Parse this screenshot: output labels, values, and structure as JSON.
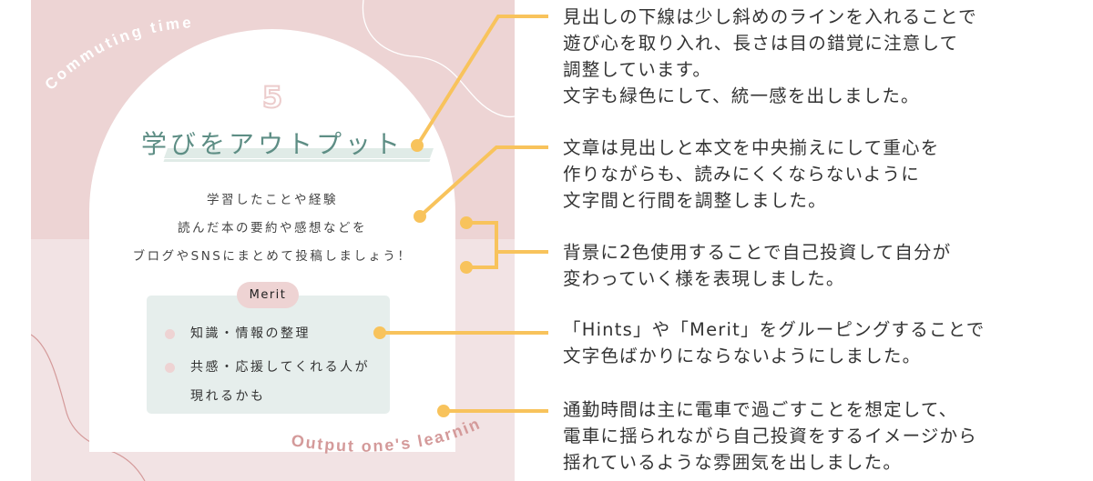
{
  "card": {
    "curved_top": "Commuting time",
    "curved_bottom": "Output one's learning",
    "number": "5",
    "title": "学びをアウトプット",
    "body_lines": [
      "学習したことや経験",
      "読んだ本の要約や感想などを",
      "ブログやSNSにまとめて投稿しましょう！"
    ],
    "merit_label": "Merit",
    "merit_items": [
      {
        "lines": [
          "知識・情報の整理"
        ]
      },
      {
        "lines": [
          "共感・応援してくれる人が",
          "現れるかも"
        ]
      }
    ]
  },
  "annotations": [
    {
      "lines": [
        "見出しの下線は少し斜めのラインを入れることで",
        "遊び心を取り入れ、長さは目の錯覚に注意して",
        "調整しています。",
        "文字も緑色にして、統一感を出しました。"
      ]
    },
    {
      "lines": [
        "文章は見出しと本文を中央揃えにして重心を",
        "作りながらも、読みにくくならないように",
        "文字間と行間を調整しました。"
      ]
    },
    {
      "lines": [
        "背景に2色使用することで自己投資して自分が",
        "変わっていく様を表現しました。"
      ]
    },
    {
      "lines": [
        "「Hints」や「Merit」をグルーピングすることで",
        "文字色ばかりにならないようにしました。"
      ]
    },
    {
      "lines": [
        "通勤時間は主に電車で過ごすことを想定して、",
        "電車に揺られながら自己投資をするイメージから",
        "揺れているような雰囲気を出しました。"
      ]
    }
  ],
  "colors": {
    "accent": "#f8c35c",
    "green": "#5e8e85",
    "pink": "#edd4d4",
    "pink_light": "#f2e3e4",
    "curve_text": "#d49a9a"
  }
}
